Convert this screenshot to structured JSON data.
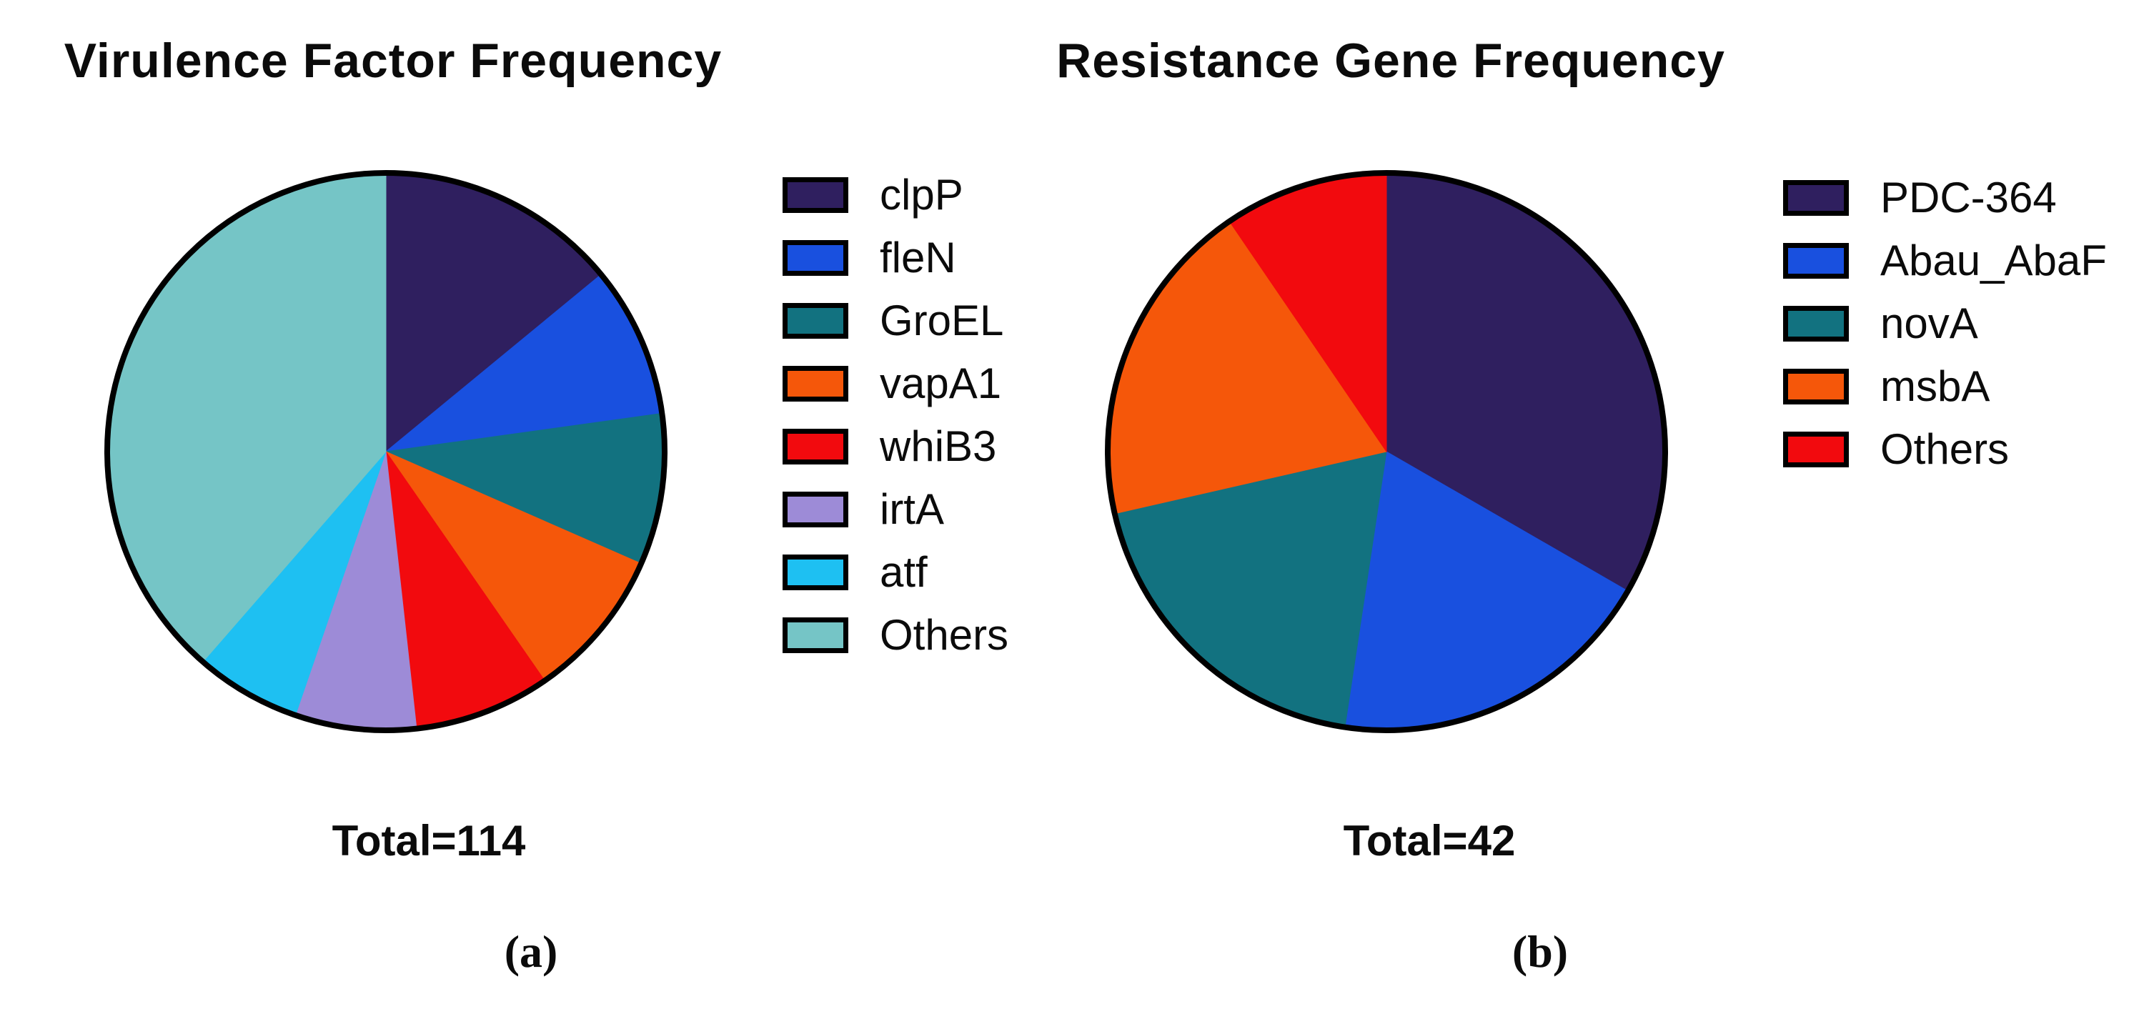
{
  "panels": [
    {
      "title": "Virulence Factor Frequency",
      "total_label": "Total=114",
      "panel_label": "(a)"
    },
    {
      "title": "Resistance Gene Frequency",
      "total_label": "Total=42",
      "panel_label": "(b)"
    }
  ],
  "chart_data": [
    {
      "type": "pie",
      "title": "Virulence Factor Frequency",
      "total": 114,
      "total_label": "Total=114",
      "categories": [
        "clpP",
        "fleN",
        "GroEL",
        "vapA1",
        "whiB3",
        "irtA",
        "atf",
        "Others"
      ],
      "values": [
        16,
        10,
        10,
        10,
        9,
        8,
        7,
        44
      ],
      "colors": [
        "#2F1F5F",
        "#1950DF",
        "#127280",
        "#F5570A",
        "#F20A0E",
        "#9D8BD7",
        "#1EC0F2",
        "#75C5C6"
      ],
      "start_angle_deg": 0,
      "direction": "clockwise",
      "legend_position": "right",
      "outline_color": "#000000"
    },
    {
      "type": "pie",
      "title": "Resistance Gene Frequency",
      "total": 42,
      "total_label": "Total=42",
      "categories": [
        "PDC-364",
        "Abau_AbaF",
        "novA",
        "msbA",
        "Others"
      ],
      "values": [
        14,
        8,
        8,
        8,
        4
      ],
      "colors": [
        "#2F1F5F",
        "#1950DF",
        "#127280",
        "#F5570A",
        "#F20A0E"
      ],
      "start_angle_deg": 0,
      "direction": "clockwise",
      "legend_position": "right",
      "outline_color": "#000000"
    }
  ]
}
